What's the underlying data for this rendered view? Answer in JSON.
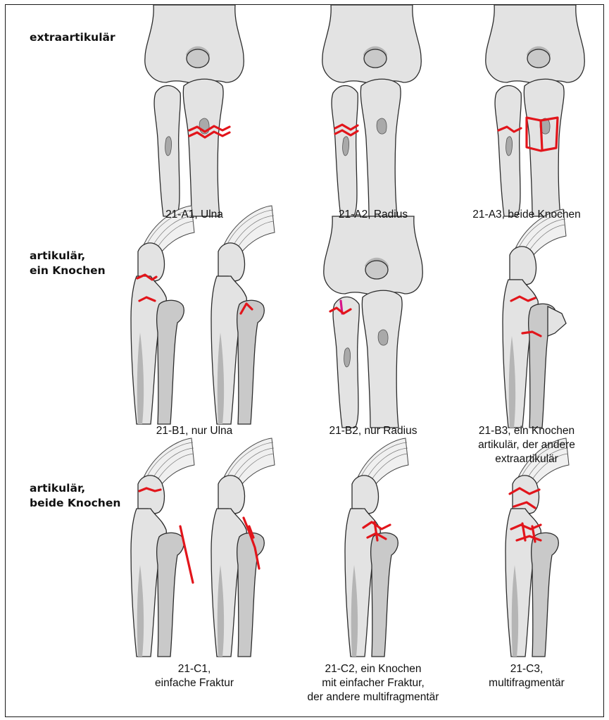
{
  "rows": [
    {
      "label_lines": [
        "extraartikulär"
      ],
      "panels": [
        {
          "caption_lines": [
            "21-A1, Ulna"
          ]
        },
        {
          "caption_lines": [
            "21-A2, Radius"
          ]
        },
        {
          "caption_lines": [
            "21-A3, beide Knochen"
          ]
        }
      ]
    },
    {
      "label_lines": [
        "artikulär,",
        "ein Knochen"
      ],
      "panels": [
        {
          "caption_lines": [
            "21-B1, nur Ulna"
          ]
        },
        {
          "caption_lines": [
            "21-B2, nur Radius"
          ]
        },
        {
          "caption_lines": [
            "21-B3, ein Knochen",
            "artikulär, der andere",
            "extraartikulär"
          ]
        }
      ]
    },
    {
      "label_lines": [
        "artikulär,",
        "beide Knochen"
      ],
      "panels": [
        {
          "caption_lines": [
            "21-C1,",
            "einfache Fraktur"
          ]
        },
        {
          "caption_lines": [
            "21-C2, ein Knochen",
            "mit einfacher Fraktur,",
            "der andere multifragmentär"
          ]
        },
        {
          "caption_lines": [
            "21-C3,",
            "multifragmentär"
          ]
        }
      ]
    }
  ],
  "colors": {
    "fracture_line": "#e2151b",
    "fracture_line_alt": "#d6148a",
    "bone_fill": "#e3e3e3",
    "outline": "#2c2c2c"
  },
  "icons": {
    "front_view_bone": "elbow-front-view-icon",
    "lateral_view_bone": "elbow-lateral-view-icon"
  }
}
